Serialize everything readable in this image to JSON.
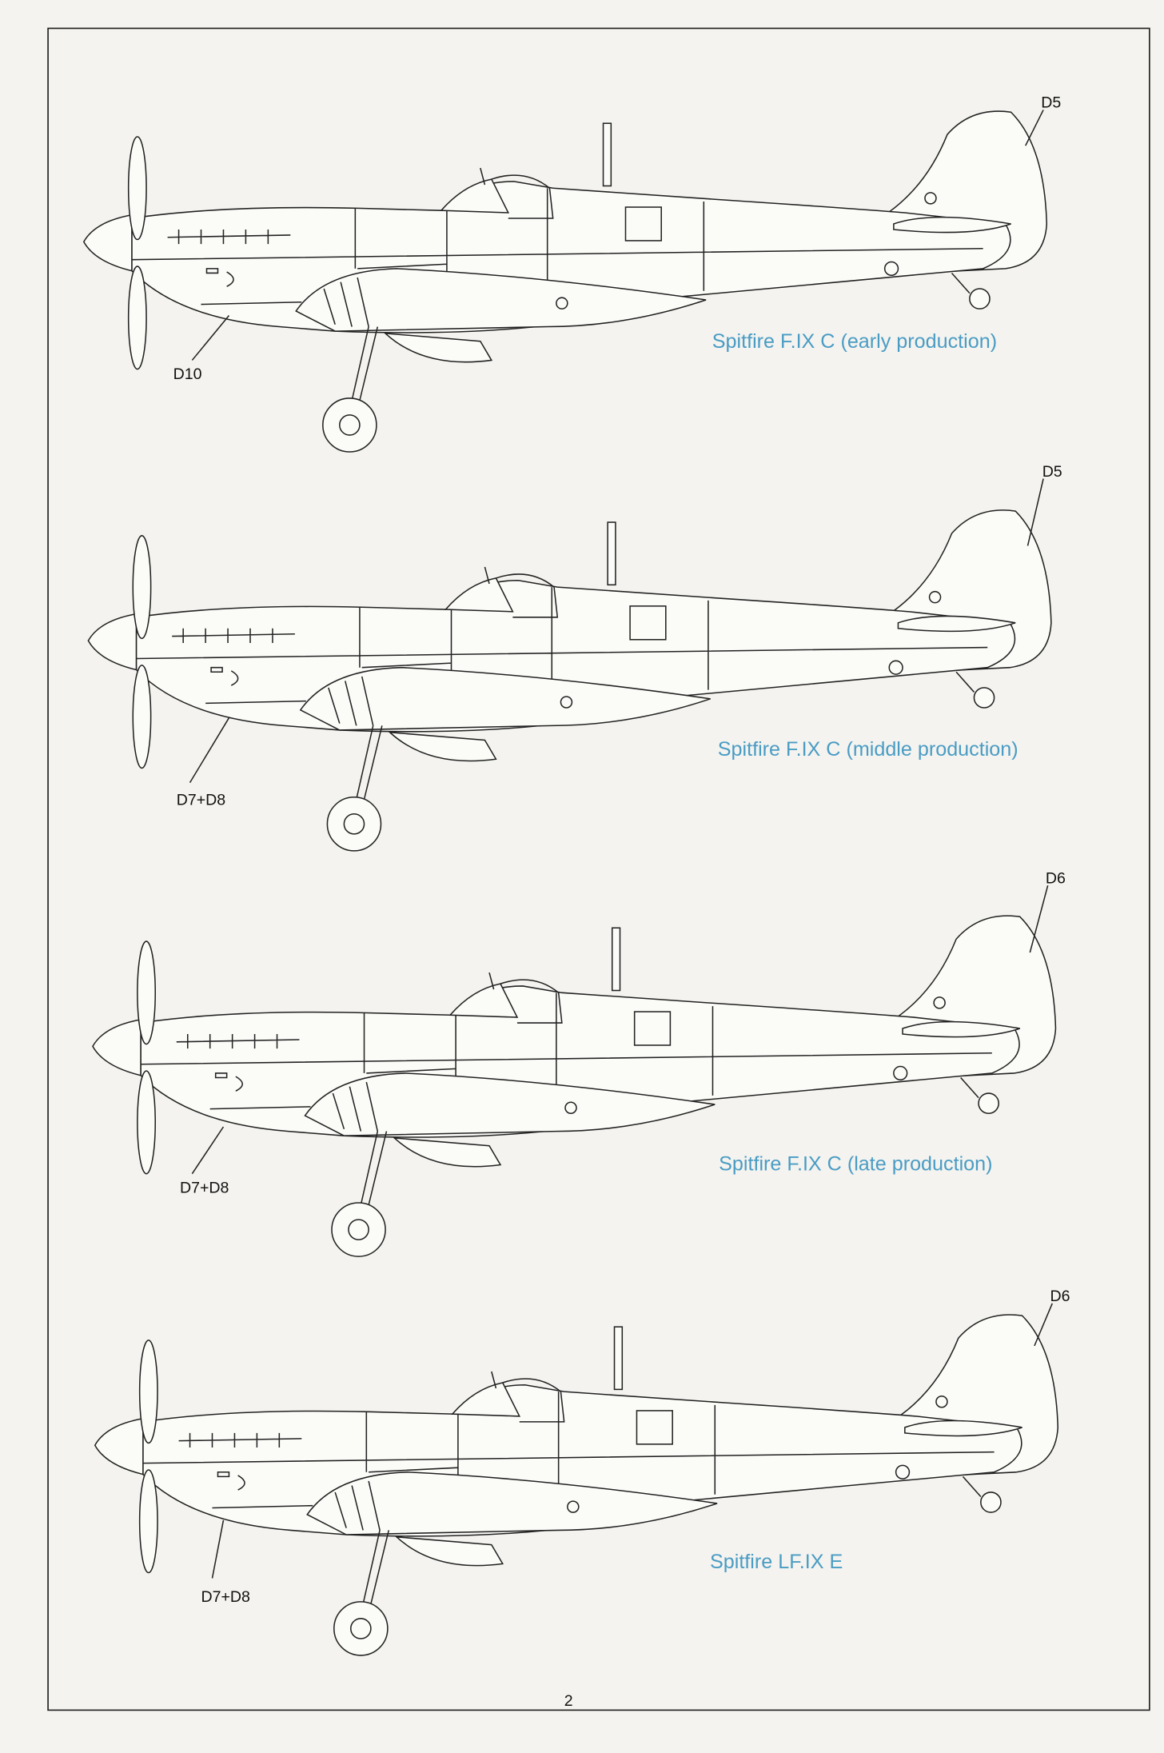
{
  "page_number": "2",
  "profiles": [
    {
      "caption": "Spitfire F.IX C (early production)",
      "callouts": [
        "D5",
        "D10"
      ]
    },
    {
      "caption": "Spitfire F.IX C (middle production)",
      "callouts": [
        "D5",
        "D7+D8"
      ]
    },
    {
      "caption": "Spitfire F.IX C (late production)",
      "callouts": [
        "D6",
        "D7+D8"
      ]
    },
    {
      "caption": "Spitfire LF.IX E",
      "callouts": [
        "D6",
        "D7+D8"
      ]
    }
  ],
  "colors": {
    "caption": "#4a9cc4",
    "line": "#222222",
    "paper": "#f4f3ef"
  }
}
